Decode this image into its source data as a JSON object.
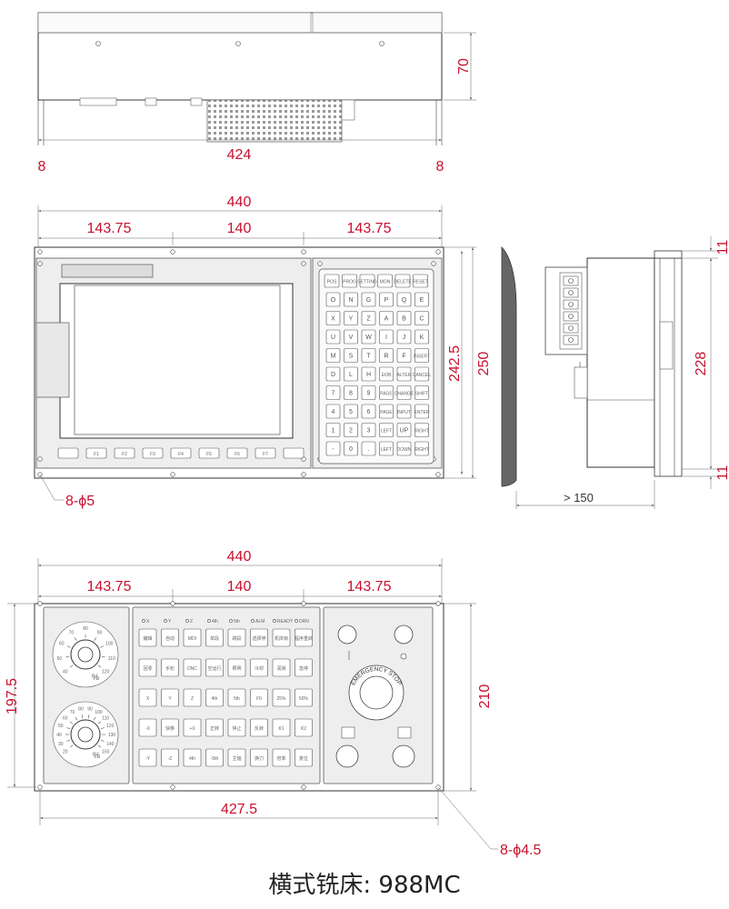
{
  "caption": "横式铣床: 988MC",
  "top_view": {
    "dim_height": "70",
    "dim_left": "8",
    "dim_center": "424",
    "dim_right": "8"
  },
  "front_view": {
    "dim_total": "440",
    "dim_left": "143.75",
    "dim_center": "140",
    "dim_right": "143.75",
    "dim_inner_height": "242.5",
    "dim_height": "250",
    "holes": "8-ϕ5",
    "softkeys": [
      "",
      "F1",
      "F2",
      "F3",
      "F4",
      "F5",
      "F6",
      "F7",
      ""
    ],
    "func_keys": [
      "POS",
      "PROG",
      "SETTING",
      "MON",
      "DELETE",
      "RESET"
    ],
    "alpha_rows": [
      [
        "O",
        "N",
        "G",
        "P",
        "Q",
        "E"
      ],
      [
        "X",
        "Y",
        "Z",
        "A",
        "B",
        "C"
      ],
      [
        "U",
        "V",
        "W",
        "I",
        "J",
        "K"
      ],
      [
        "M",
        "S",
        "T",
        "R",
        "F",
        "INSERT"
      ],
      [
        "D",
        "L",
        "H",
        "EOB",
        "ALTER",
        "CANCEL"
      ],
      [
        "7",
        "8",
        "9",
        "PAGE",
        "CHANGE",
        "SHIFT"
      ],
      [
        "4",
        "5",
        "6",
        "PAGE",
        "INPUT",
        "ENTER"
      ],
      [
        "1",
        "2",
        "3",
        "LEFT",
        "UP",
        "RIGHT"
      ],
      [
        "-",
        "0",
        ".",
        "LEFT",
        "DOWN",
        "RIGHT"
      ]
    ]
  },
  "side_view": {
    "dim_top": "11",
    "dim_middle": "228",
    "dim_bottom": "11",
    "dim_depth": "> 150"
  },
  "operator_panel": {
    "dim_total": "440",
    "dim_left": "143.75",
    "dim_center": "140",
    "dim_right": "143.75",
    "dim_height_left": "197.5",
    "dim_height_right": "210",
    "dim_bottom": "427.5",
    "holes": "8-ϕ4.5",
    "feed_dial_ticks": [
      "40",
      "50",
      "60",
      "70",
      "80",
      "90",
      "100",
      "110",
      "120"
    ],
    "spindle_dial_ticks": [
      "20",
      "30",
      "40",
      "50",
      "60",
      "70",
      "80",
      "90",
      "100",
      "110",
      "120",
      "130",
      "140",
      "150"
    ],
    "feed_dial_label": "%",
    "spindle_dial_label": "%",
    "indicators": [
      "X",
      "Y",
      "Z",
      "4th",
      "5th",
      "ALM",
      "READY",
      "DRN"
    ],
    "mid_keys": [
      [
        "编辑",
        "自动",
        "MDI",
        "单段",
        "跳段",
        "选择停",
        "机床锁",
        "程序重启"
      ],
      [
        "回零",
        "手轮",
        "DNC",
        "空运行",
        "照明",
        "冷却",
        "润滑",
        "急停"
      ],
      [
        "X",
        "Y",
        "Z",
        "4th",
        "5th",
        "F0",
        "25%",
        "50%"
      ],
      [
        "-X",
        "快移",
        "+X",
        "正转",
        "停止",
        "反转",
        "K1",
        "K2"
      ],
      [
        "-Y",
        "-Z",
        "4th",
        "-5th",
        "主轴",
        "换刀",
        "倍率",
        "复位"
      ]
    ],
    "estop_label": "EMERGENCY STOP"
  },
  "colors": {
    "dimension": "#c8102e",
    "outline": "#333333",
    "panel_fill": "#eeeeee"
  }
}
